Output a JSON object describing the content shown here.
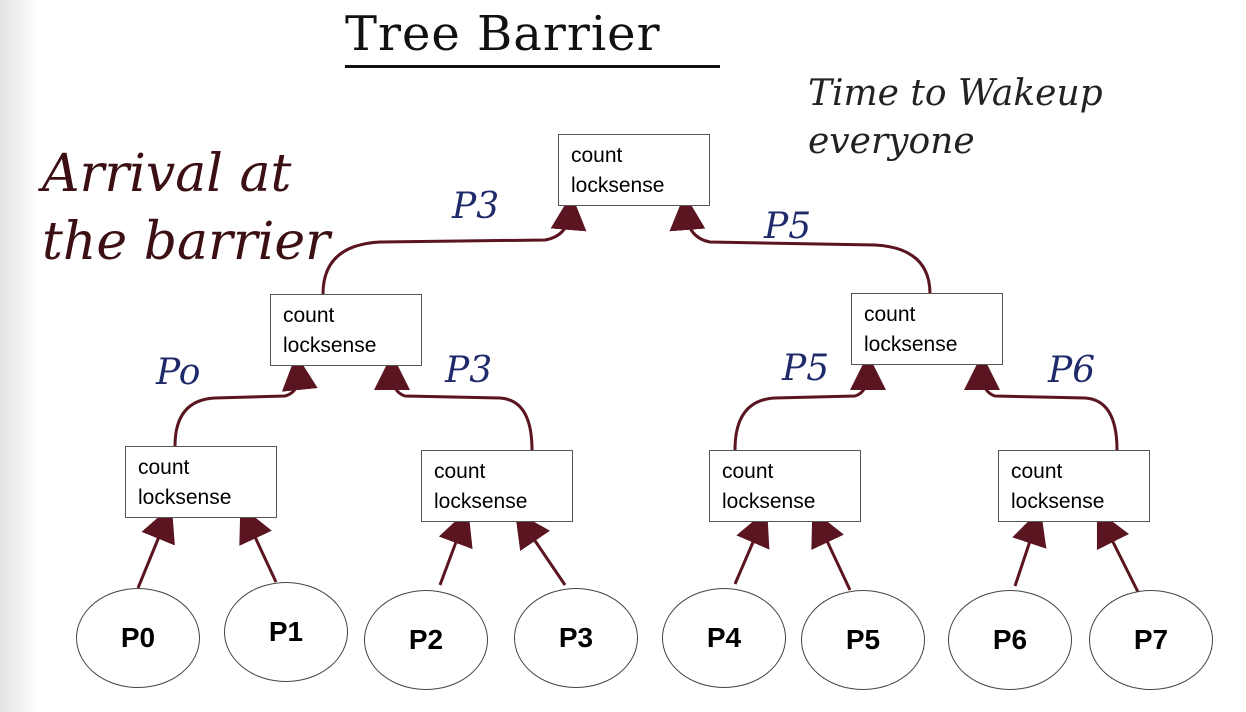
{
  "title": "Tree Barrier",
  "annotations": {
    "arrival": "Arrival at the barrier",
    "wakeup": "Time to Wakeup everyone"
  },
  "nodes": {
    "root": {
      "line1": "count",
      "line2": "locksense"
    },
    "mid_left": {
      "line1": "count",
      "line2": "locksense"
    },
    "mid_right": {
      "line1": "count",
      "line2": "locksense"
    },
    "leaf_1": {
      "line1": "count",
      "line2": "locksense"
    },
    "leaf_2": {
      "line1": "count",
      "line2": "locksense"
    },
    "leaf_3": {
      "line1": "count",
      "line2": "locksense"
    },
    "leaf_4": {
      "line1": "count",
      "line2": "locksense"
    }
  },
  "processors": [
    "P0",
    "P1",
    "P2",
    "P3",
    "P4",
    "P5",
    "P6",
    "P7"
  ],
  "edge_labels": {
    "root_left": "P3",
    "root_right": "P5",
    "mid_left_a": "Po",
    "mid_left_b": "P3",
    "mid_right_a": "P5",
    "mid_right_b": "P6"
  },
  "colors": {
    "arrow": "#5a1520",
    "edge_label": "#1f2a6b",
    "annotation": "#3b0f14"
  }
}
